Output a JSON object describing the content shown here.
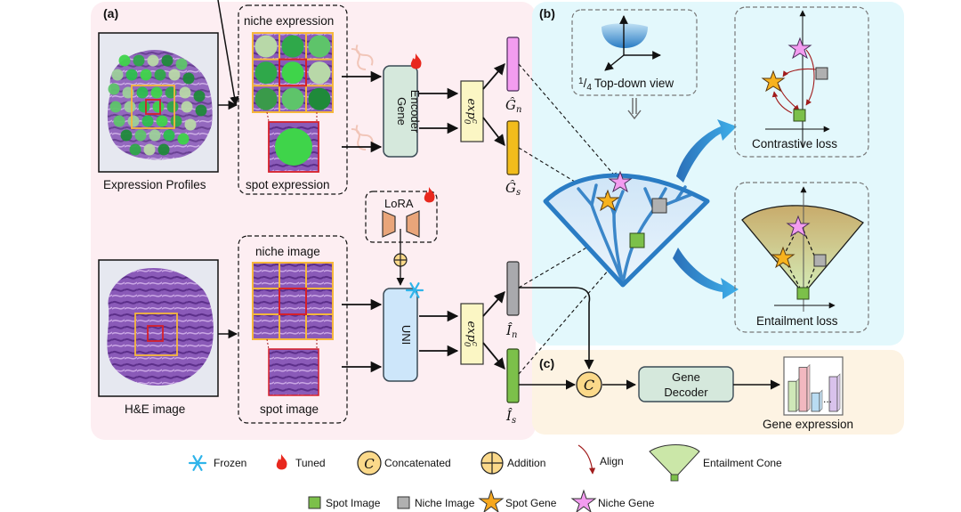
{
  "panels": {
    "a": {
      "label": "(a)"
    },
    "b": {
      "label": "(b)"
    },
    "c": {
      "label": "(c)"
    }
  },
  "panel_a": {
    "expression_profiles_label": "Expression Profiles",
    "niche_expression_label": "niche expression",
    "spot_expression_label": "spot expression",
    "gene_encoder_label_line1": "Gene",
    "gene_encoder_label_line2": "Encoder",
    "he_image_label": "H&E image",
    "niche_image_label": "niche image",
    "spot_image_label": "spot image",
    "lora_label": "LoRA",
    "uni_label": "UNI",
    "exp_map_label": "exp",
    "exp_map_sup": "c",
    "exp_map_sub": "0",
    "gn_label": "Ĝ",
    "gn_sub": "n",
    "gs_label": "Ĝ",
    "gs_sub": "s",
    "in_label": "Î",
    "in_sub": "n",
    "is_label": "Î",
    "is_sub": "s"
  },
  "panel_b": {
    "top_down_label": "Top-down view",
    "top_down_fraction_num": "1",
    "top_down_fraction_den": "4",
    "contrastive_loss_label": "Contrastive loss",
    "entailment_loss_label": "Entailment loss"
  },
  "panel_c": {
    "concat_symbol": "C",
    "gene_decoder_line1": "Gene",
    "gene_decoder_line2": "Decoder",
    "gene_expression_label": "Gene expression",
    "bars": [
      {
        "value": 0.65,
        "color": "#cfe8b8"
      },
      {
        "value": 0.95,
        "color": "#f2b8c0"
      },
      {
        "value": 0.4,
        "color": "#b9dcf2"
      },
      {
        "value": 0.75,
        "color": "#d9c2ec"
      }
    ],
    "ellipsis": "..."
  },
  "legend": {
    "row1": [
      {
        "icon": "snowflake-icon",
        "label": "Frozen"
      },
      {
        "icon": "flame-icon",
        "label": "Tuned"
      },
      {
        "icon": "concat-icon",
        "label": "Concatenated",
        "symbol": "C"
      },
      {
        "icon": "addition-icon",
        "label": "Addition"
      },
      {
        "icon": "align-arrow-icon",
        "label": "Align"
      },
      {
        "icon": "entailment-cone-icon",
        "label": "Entailment Cone"
      }
    ],
    "row2": [
      {
        "icon": "green-square-icon",
        "label": "Spot Image"
      },
      {
        "icon": "gray-square-icon",
        "label": "Niche Image"
      },
      {
        "icon": "orange-star-icon",
        "label": "Spot Gene"
      },
      {
        "icon": "pink-star-icon",
        "label": "Niche Gene"
      }
    ]
  },
  "colors": {
    "panel_a_bg": "#fdeef2",
    "panel_b_bg": "#e3f8fc",
    "panel_c_bg": "#fdf3e3",
    "gene_encoder_fill": "#d5e8dc",
    "uni_fill": "#cde6fa",
    "exp_fill": "#fbf6c4",
    "gn_fill": "#f39cf0",
    "gs_fill": "#f2bc1c",
    "in_fill": "#a9a9ad",
    "is_fill": "#7cc04a",
    "niche_frame": "#f6b73c",
    "spot_frame": "#d6202a",
    "align_arrow": "#a11c1c",
    "tissue_purple": "#8a5ab8",
    "spot_green": "#3fd44a",
    "lora_fill": "#e9a57a",
    "concat_fill": "#fbd98a",
    "decoder_fill": "#d5e8dc",
    "cone_blue": "#2a7cc4",
    "cone_green": "#bfe29a"
  }
}
